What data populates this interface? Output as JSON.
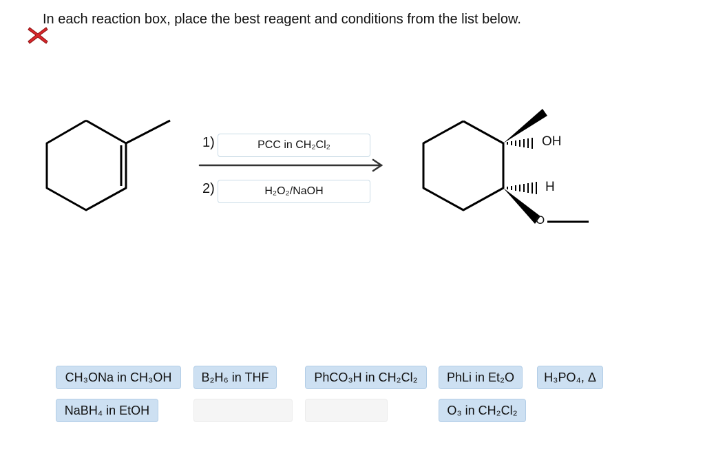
{
  "instruction": "In each reaction box, place the best reagent and conditions from the list below.",
  "icons": {
    "status": "close-x-icon",
    "status_color": "#d9262b"
  },
  "reaction": {
    "step1_number": "1)",
    "step2_number": "2)",
    "step1_reagent": "PCC in CH₂Cl₂",
    "step2_reagent": "H₂O₂/NaOH",
    "product_labels": {
      "oh": "OH",
      "h": "H",
      "o": "O"
    }
  },
  "reagents": {
    "ch3ona": "CH₃ONa in CH₃OH",
    "b2h6": "B₂H₆ in THF",
    "phco3h": "PhCO₃H in CH₂Cl₂",
    "phli": "PhLi in Et₂O",
    "h3po4": "H₃PO₄, Δ",
    "nabh4": "NaBH₄ in EtOH",
    "o3": "O₃ in CH₂Cl₂"
  },
  "colors": {
    "chip_fill": "#cde0f2",
    "chip_border": "#b2cde6",
    "box_border": "#c9dbe6",
    "empty_slot": "#f5f5f5"
  }
}
